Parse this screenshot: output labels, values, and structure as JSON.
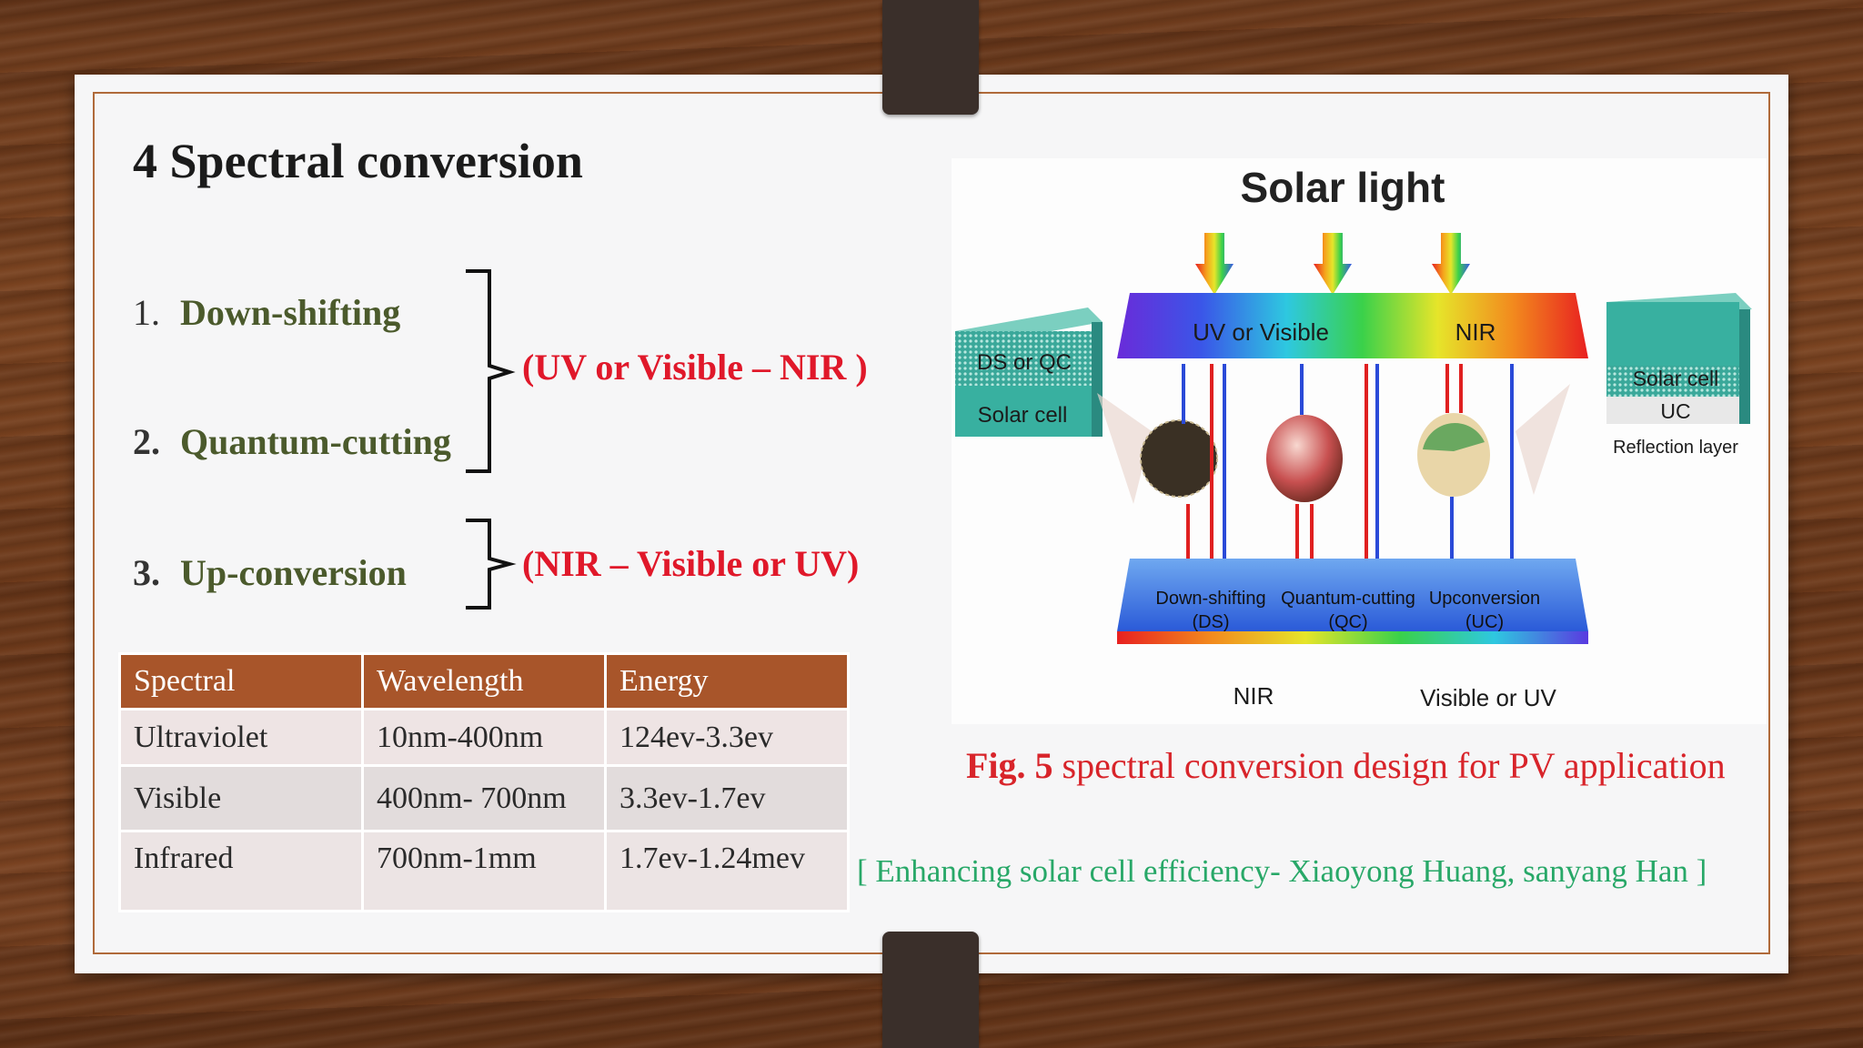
{
  "title": "4 Spectral conversion",
  "list": [
    {
      "num": "1.",
      "label": "Down-shifting"
    },
    {
      "num": "2.",
      "label": "Quantum-cutting"
    },
    {
      "num": "3.",
      "label": "Up-conversion"
    }
  ],
  "ranges": {
    "ds_qc": "(UV or Visible – NIR )",
    "uc": "(NIR – Visible or UV)"
  },
  "table": {
    "headers": [
      "Spectral",
      "Wavelength",
      "Energy"
    ],
    "rows": [
      [
        "Ultraviolet",
        "10nm-400nm",
        "124ev-3.3ev"
      ],
      [
        "Visible",
        "400nm- 700nm",
        "3.3ev-1.7ev"
      ],
      [
        "Infrared",
        "700nm-1mm",
        "1.7ev-1.24mev"
      ]
    ]
  },
  "figure": {
    "solar_light": "Solar light",
    "top_band_left": "UV or Visible",
    "top_band_right": "NIR",
    "left_block_top": "DS or QC",
    "left_block_bottom": "Solar cell",
    "right_block_top": "Solar cell",
    "right_block_mid": "UC",
    "right_block_bottom": "Reflection layer",
    "proc_ds": "Down-shifting",
    "proc_ds_abbr": "(DS)",
    "proc_qc": "Quantum-cutting",
    "proc_qc_abbr": "(QC)",
    "proc_uc": "Upconversion",
    "proc_uc_abbr": "(UC)",
    "bottom_left": "NIR",
    "bottom_right": "Visible or UV"
  },
  "caption": {
    "label": "Fig. 5",
    "text": " spectral conversion design for PV application"
  },
  "reference": "[ Enhancing solar cell efficiency- Xiaoyong  Huang, sanyang Han ]",
  "colors": {
    "item_text": "#4b5a2c",
    "range_text": "#e0182a",
    "table_header": "#a8552a",
    "caption": "#d8242a",
    "reference": "#28a868"
  }
}
